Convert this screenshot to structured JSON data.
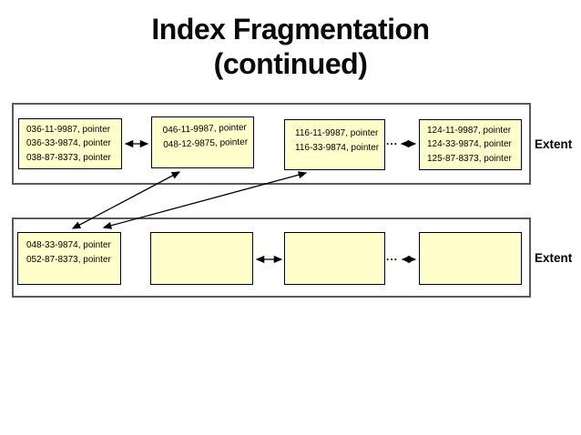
{
  "title": {
    "line1": "Index Fragmentation",
    "line2": "(continued)"
  },
  "extents": [
    {
      "label": "Extent",
      "ellipsis": "...",
      "pages": [
        {
          "lines": [
            "036-11-9987, pointer",
            "036-33-9874, pointer",
            "038-87-8373, pointer"
          ]
        },
        {
          "lines": [
            "046-11-9987, pointer",
            "048-12-9875, pointer"
          ]
        },
        {
          "lines": [
            "116-11-9987, pointer",
            "116-33-9874, pointer"
          ]
        },
        {
          "lines": [
            "124-11-9987, pointer",
            "124-33-9874, pointer",
            "125-87-8373, pointer"
          ]
        }
      ]
    },
    {
      "label": "Extent",
      "ellipsis": "...",
      "pages": [
        {
          "lines": [
            "048-33-9874, pointer",
            "052-87-8373, pointer"
          ]
        },
        {
          "lines": []
        },
        {
          "lines": []
        },
        {
          "lines": []
        }
      ]
    }
  ],
  "colors": {
    "page_fill": "#ffffcc",
    "page_border": "#000000",
    "extent_border": "#595959",
    "arrow": "#000000",
    "text": "#000000"
  }
}
